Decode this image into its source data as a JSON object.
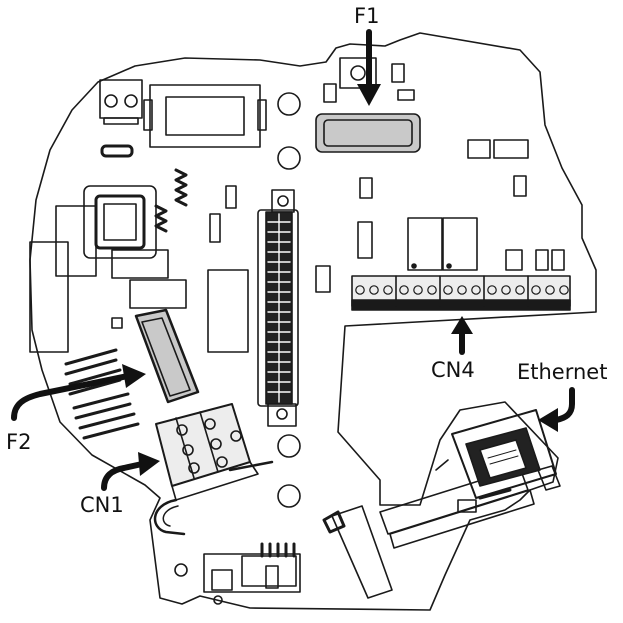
{
  "colors": {
    "outline": "#1a1a1a",
    "fuse_fill": "#c9c9c9",
    "terminal_fill": "#ededed",
    "background": "#ffffff"
  },
  "labels": {
    "f1": "F1",
    "f2": "F2",
    "cn1": "CN1",
    "cn4": "CN4",
    "ethernet": "Ethernet"
  }
}
